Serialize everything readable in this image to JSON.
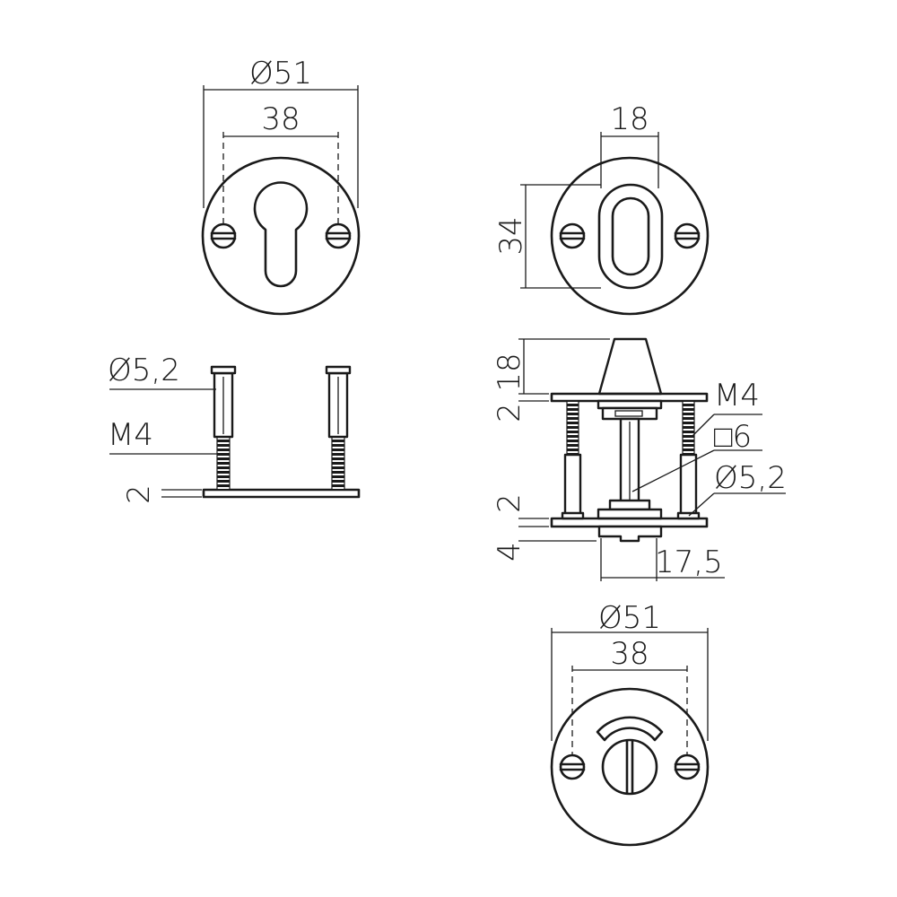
{
  "colors": {
    "stroke": "#1a1a1a",
    "background": "#ffffff"
  },
  "views": {
    "cylinder_rosette_front": {
      "dim_outer": "Ø51",
      "dim_screw_spacing": "38"
    },
    "cylinder_rosette_side": {
      "dim_sleeve": "Ø5,2",
      "dim_thread": "M4",
      "dim_plate": "2"
    },
    "toilet_rosette_front": {
      "dim_slot_width": "18",
      "dim_slot_height": "34"
    },
    "toilet_rosette_side": {
      "dim_knob": "18",
      "dim_plate_top": "2",
      "dim_plate_bottom": "2",
      "dim_base": "4",
      "dim_thread": "M4",
      "dim_spindle": "□6",
      "dim_sleeve": "Ø5,2",
      "dim_turn_width": "17,5"
    },
    "indicator_rosette_front": {
      "dim_outer": "Ø51",
      "dim_screw_spacing": "38"
    }
  }
}
